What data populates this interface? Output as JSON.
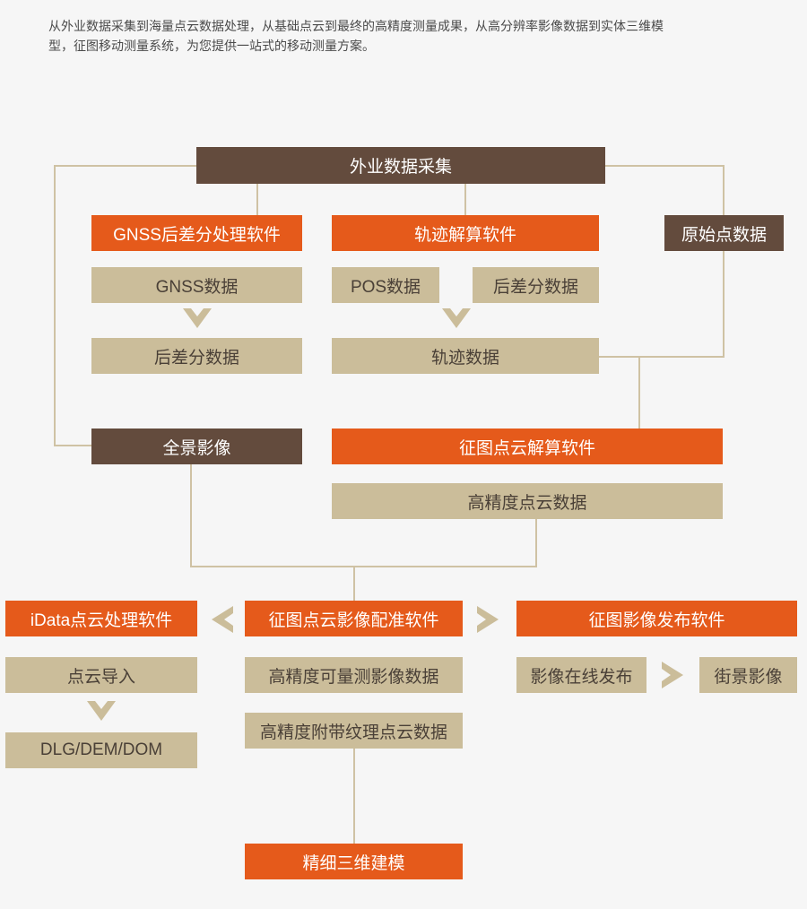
{
  "intro": {
    "line1": "从外业数据采集到海量点云数据处理，从基础点云到最终的高精度测量成果，从高分辨率影像数据到实体三维模",
    "line2": "型，征图移动测量系统，为您提供一站式的移动测量方案。"
  },
  "colors": {
    "dark_brown": "#634b3d",
    "orange": "#e55a1b",
    "tan": "#cbbd9a",
    "connector": "#cfc2a4",
    "background": "#f6f6f6"
  },
  "nodes": {
    "field_collection": "外业数据采集",
    "gnss_software": "GNSS后差分处理软件",
    "trajectory_software": "轨迹解算软件",
    "raw_point_data": "原始点数据",
    "gnss_data": "GNSS数据",
    "pos_data": "POS数据",
    "post_diff_data_right": "后差分数据",
    "post_diff_data_left": "后差分数据",
    "trajectory_data": "轨迹数据",
    "panorama": "全景影像",
    "pointcloud_software": "征图点云解算软件",
    "hp_pointcloud": "高精度点云数据",
    "idata_software": "iData点云处理软件",
    "registration_software": "征图点云影像配准软件",
    "image_publish_software": "征图影像发布软件",
    "pointcloud_import": "点云导入",
    "measurable_image": "高精度可量测影像数据",
    "online_publish": "影像在线发布",
    "street_view": "街景影像",
    "dlg_dem_dom": "DLG/DEM/DOM",
    "textured_pointcloud": "高精度附带纹理点云数据",
    "fine_3d_modeling": "精细三维建模"
  },
  "icons": {
    "down_chevron": "chevron-down-icon",
    "left_chevron": "chevron-left-icon",
    "right_chevron": "chevron-right-icon"
  }
}
